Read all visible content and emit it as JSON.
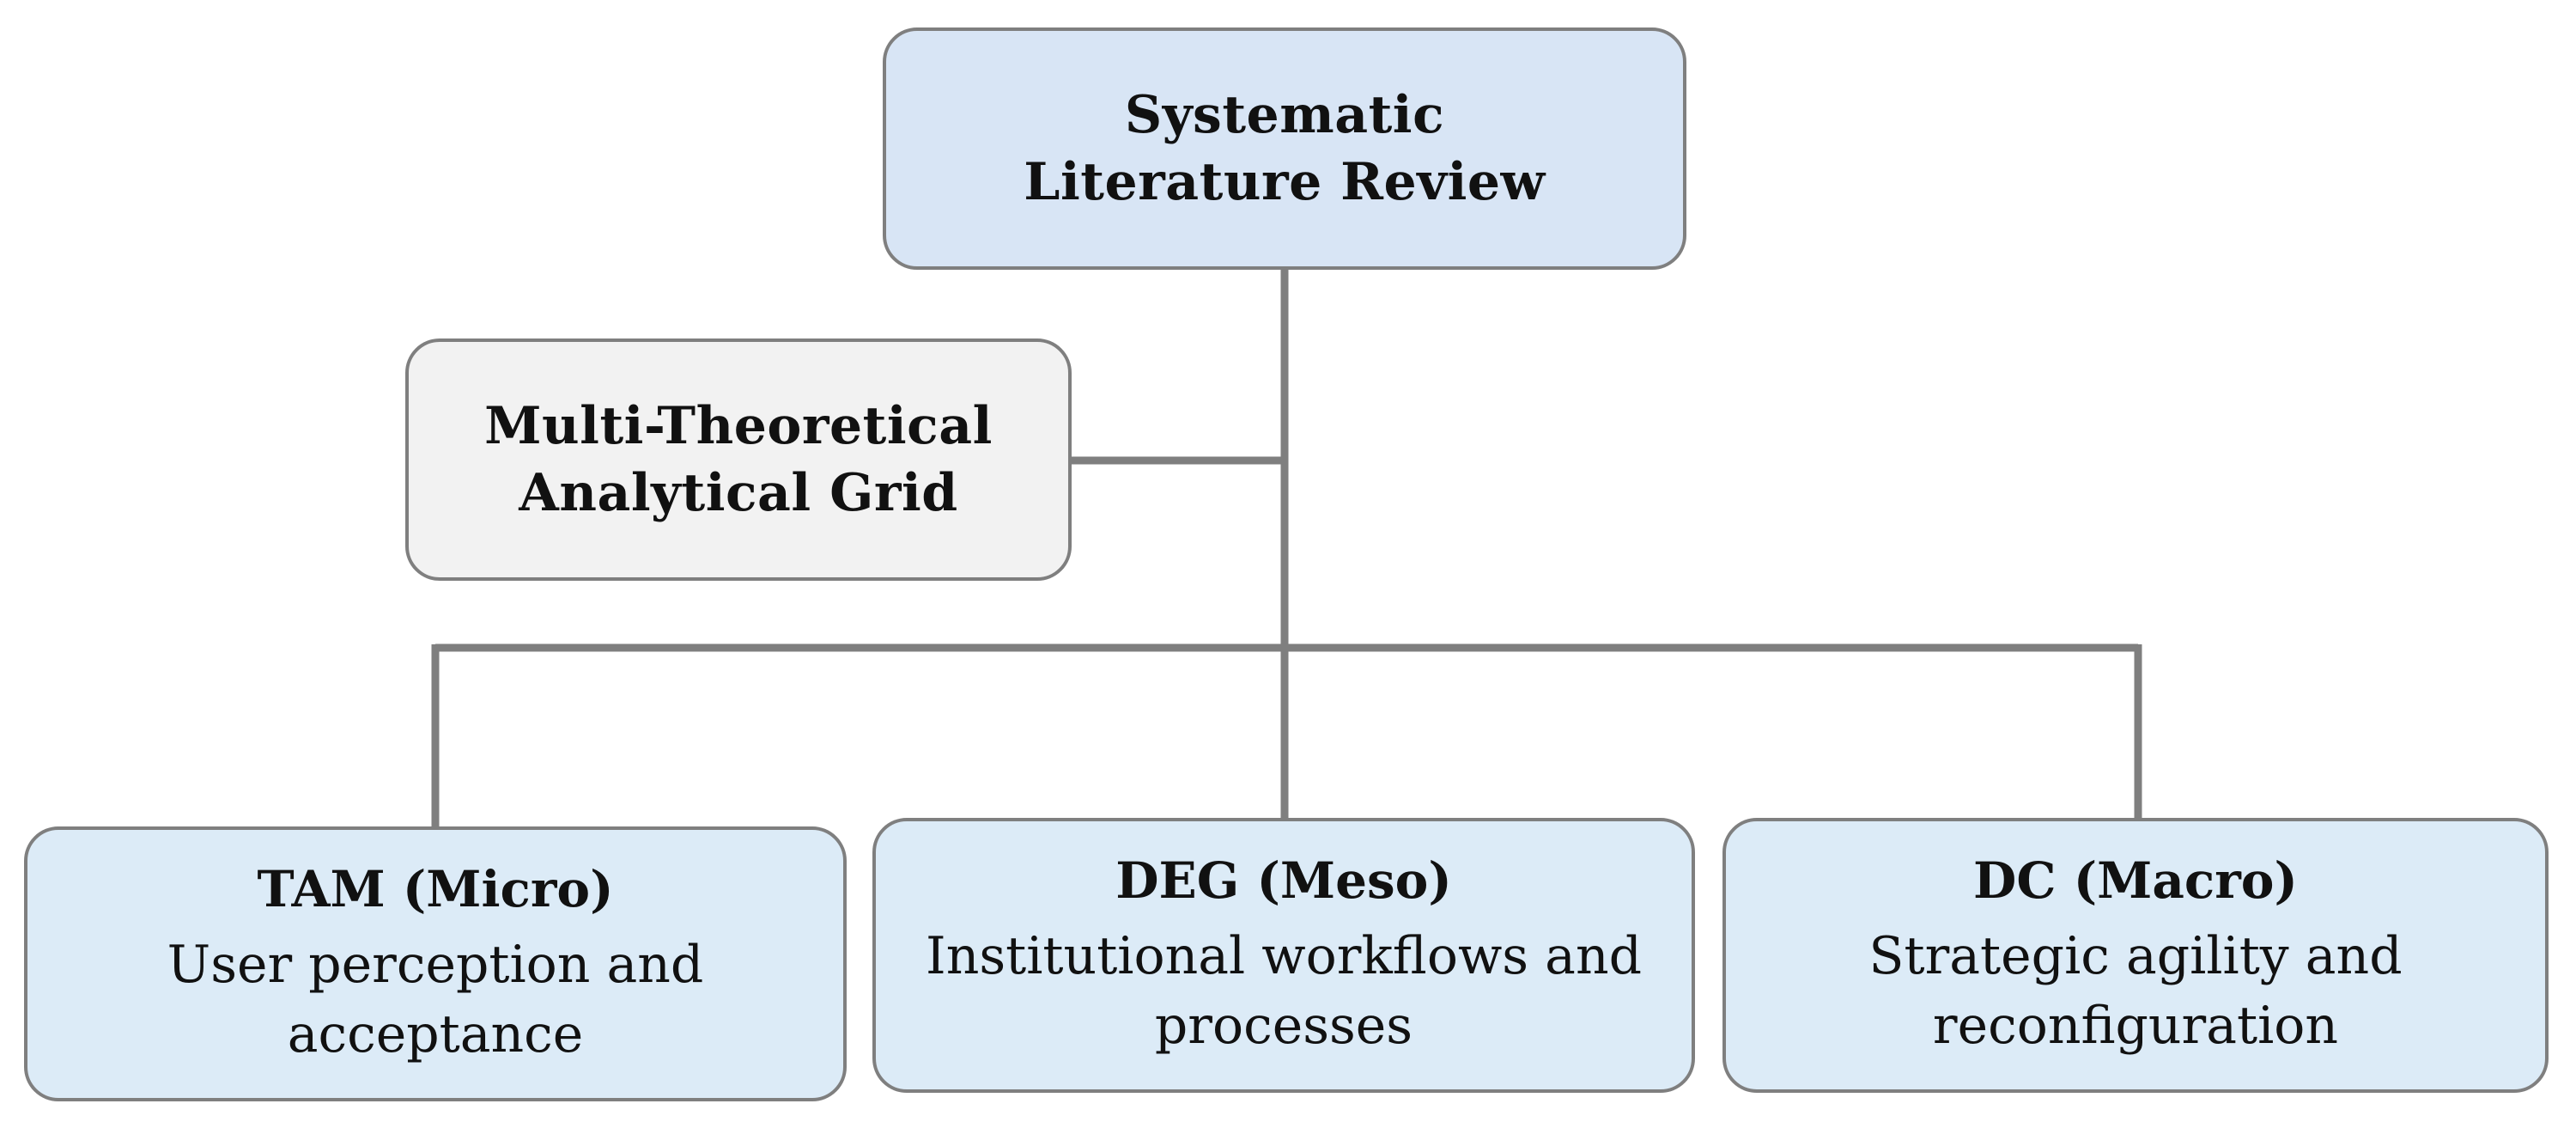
{
  "diagram": {
    "root": {
      "label": "Systematic Literature Review"
    },
    "grid": {
      "label": "Multi-Theoretical Analytical Grid"
    },
    "leaves": [
      {
        "title": "TAM (Micro)",
        "description": "User perception and acceptance"
      },
      {
        "title": "DEG (Meso)",
        "description": "Institutional workflows and processes"
      },
      {
        "title": "DC (Macro)",
        "description": "Strategic agility and reconfiguration"
      }
    ],
    "colors": {
      "root_fill": "#d8e5f5",
      "leaf_fill": "#dcebf7",
      "grid_fill": "#f2f2f2",
      "border": "#7f7f7f",
      "connector": "#7f7f7f",
      "text": "#111111"
    }
  }
}
